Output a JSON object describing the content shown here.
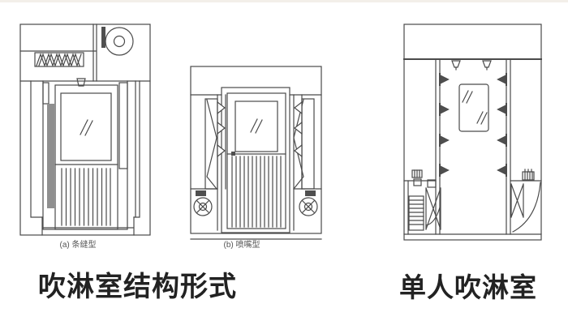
{
  "figure": {
    "colors": {
      "background": "#ffffff",
      "line": "#4a4a4a",
      "dark_fill": "#4f4f4f",
      "hinge_fill": "#8f8f8f",
      "caption_text": "#222222",
      "sub_caption_text": "#555555"
    },
    "left_group": {
      "caption": "吹淋室结构形式",
      "diagrams": [
        {
          "label": "(a) 条缝型"
        },
        {
          "label": "(b) 喷嘴型"
        }
      ]
    },
    "right_group": {
      "caption": "单人吹淋室"
    }
  }
}
